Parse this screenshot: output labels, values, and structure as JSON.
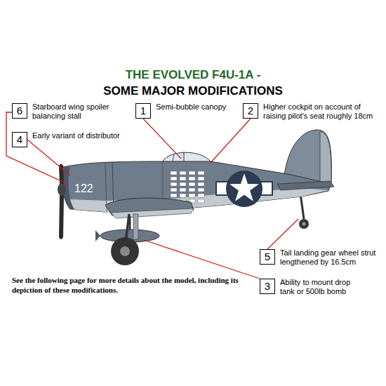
{
  "diagram": {
    "title": "THE EVOLVED F4U-1A -",
    "nodes": [
      {
        "text": [
          "6",
          "Starboard wing spoiler balancing stall"
        ]
      },
      {
        "text": [
          "1",
          "Semi-bubble canopy"
        ]
      },
      {
        "text": [
          "2",
          "Higher cockpit on account of raising pilot's seat roughly 18cm"
        ]
      },
      {
        "text": [
          "4",
          "Early variant of distributor"
        ]
      },
      {
        "text": [
          "5",
          "Tail landing gear wheel strut lengthened by 16.5cm"
        ]
      },
      {
        "text": [
          "3",
          "Ability to mount drop tank or 500lb bomb"
        ]
      }
    ],
    "labels": [
      "SOME MAJOR MODIFICATIONS",
      "122",
      "See the following page for more details about the model, including its depiction of these modifications."
    ]
  }
}
